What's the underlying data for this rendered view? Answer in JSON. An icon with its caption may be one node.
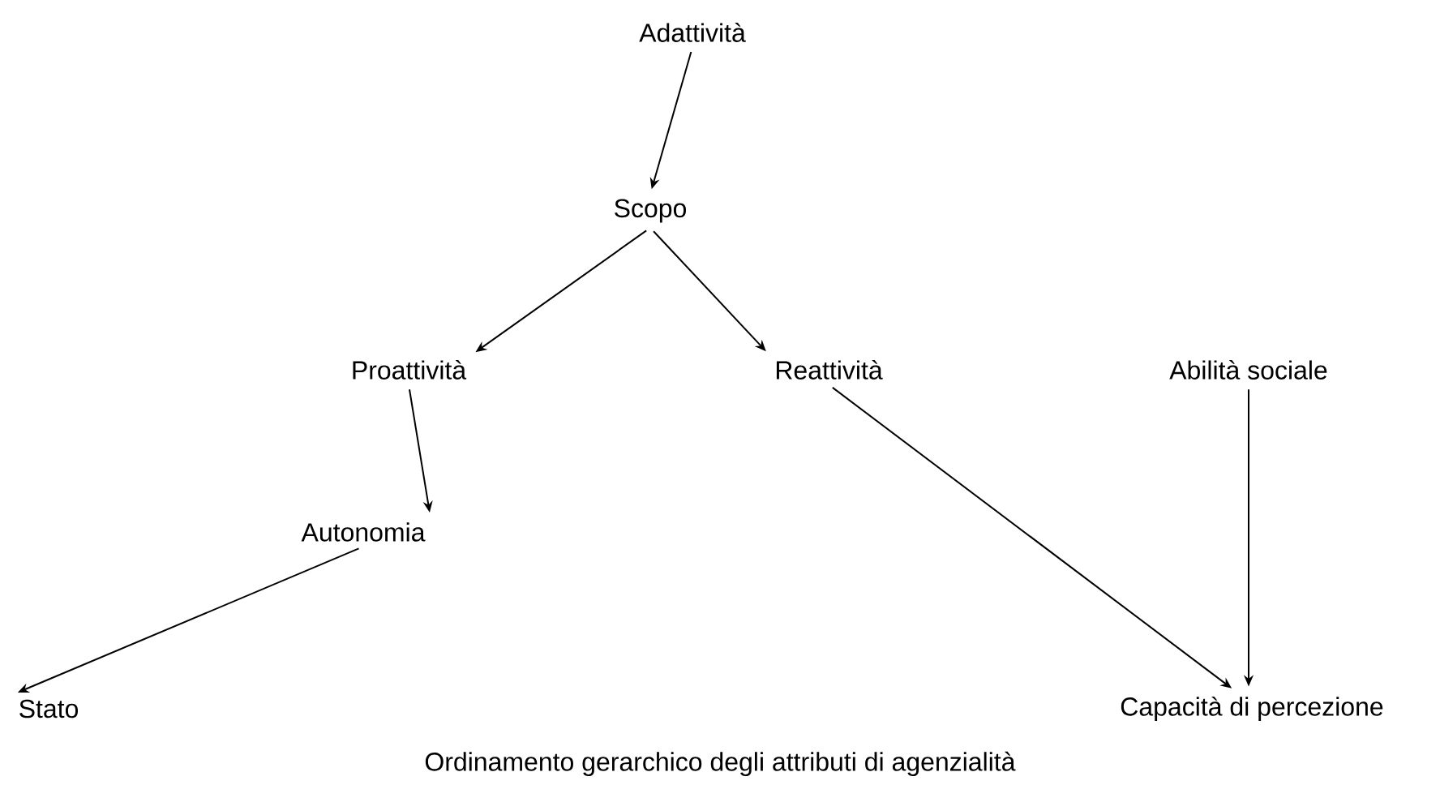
{
  "diagram": {
    "caption": "Ordinamento gerarchico degli attributi di agenzialità",
    "nodes": [
      {
        "text": [
          "Adattività"
        ]
      },
      {
        "text": [
          "Scopo"
        ]
      },
      {
        "text": [
          "Proattività"
        ]
      },
      {
        "text": [
          "Reattività"
        ]
      },
      {
        "text": [
          "Abilità sociale"
        ]
      },
      {
        "text": [
          "Autonomia"
        ]
      },
      {
        "text": [
          "Stato"
        ]
      },
      {
        "text": [
          "Capacità di percezione"
        ]
      }
    ],
    "edges": [
      {
        "from": 0,
        "to": 1,
        "arrow": "to"
      },
      {
        "from": 1,
        "to": 2,
        "arrow": "to"
      },
      {
        "from": 1,
        "to": 3,
        "arrow": "to"
      },
      {
        "from": 2,
        "to": 5,
        "arrow": "to"
      },
      {
        "from": 5,
        "to": 6,
        "arrow": "to"
      },
      {
        "from": 3,
        "to": 7,
        "arrow": "to"
      },
      {
        "from": 4,
        "to": 7,
        "arrow": "to"
      }
    ]
  }
}
